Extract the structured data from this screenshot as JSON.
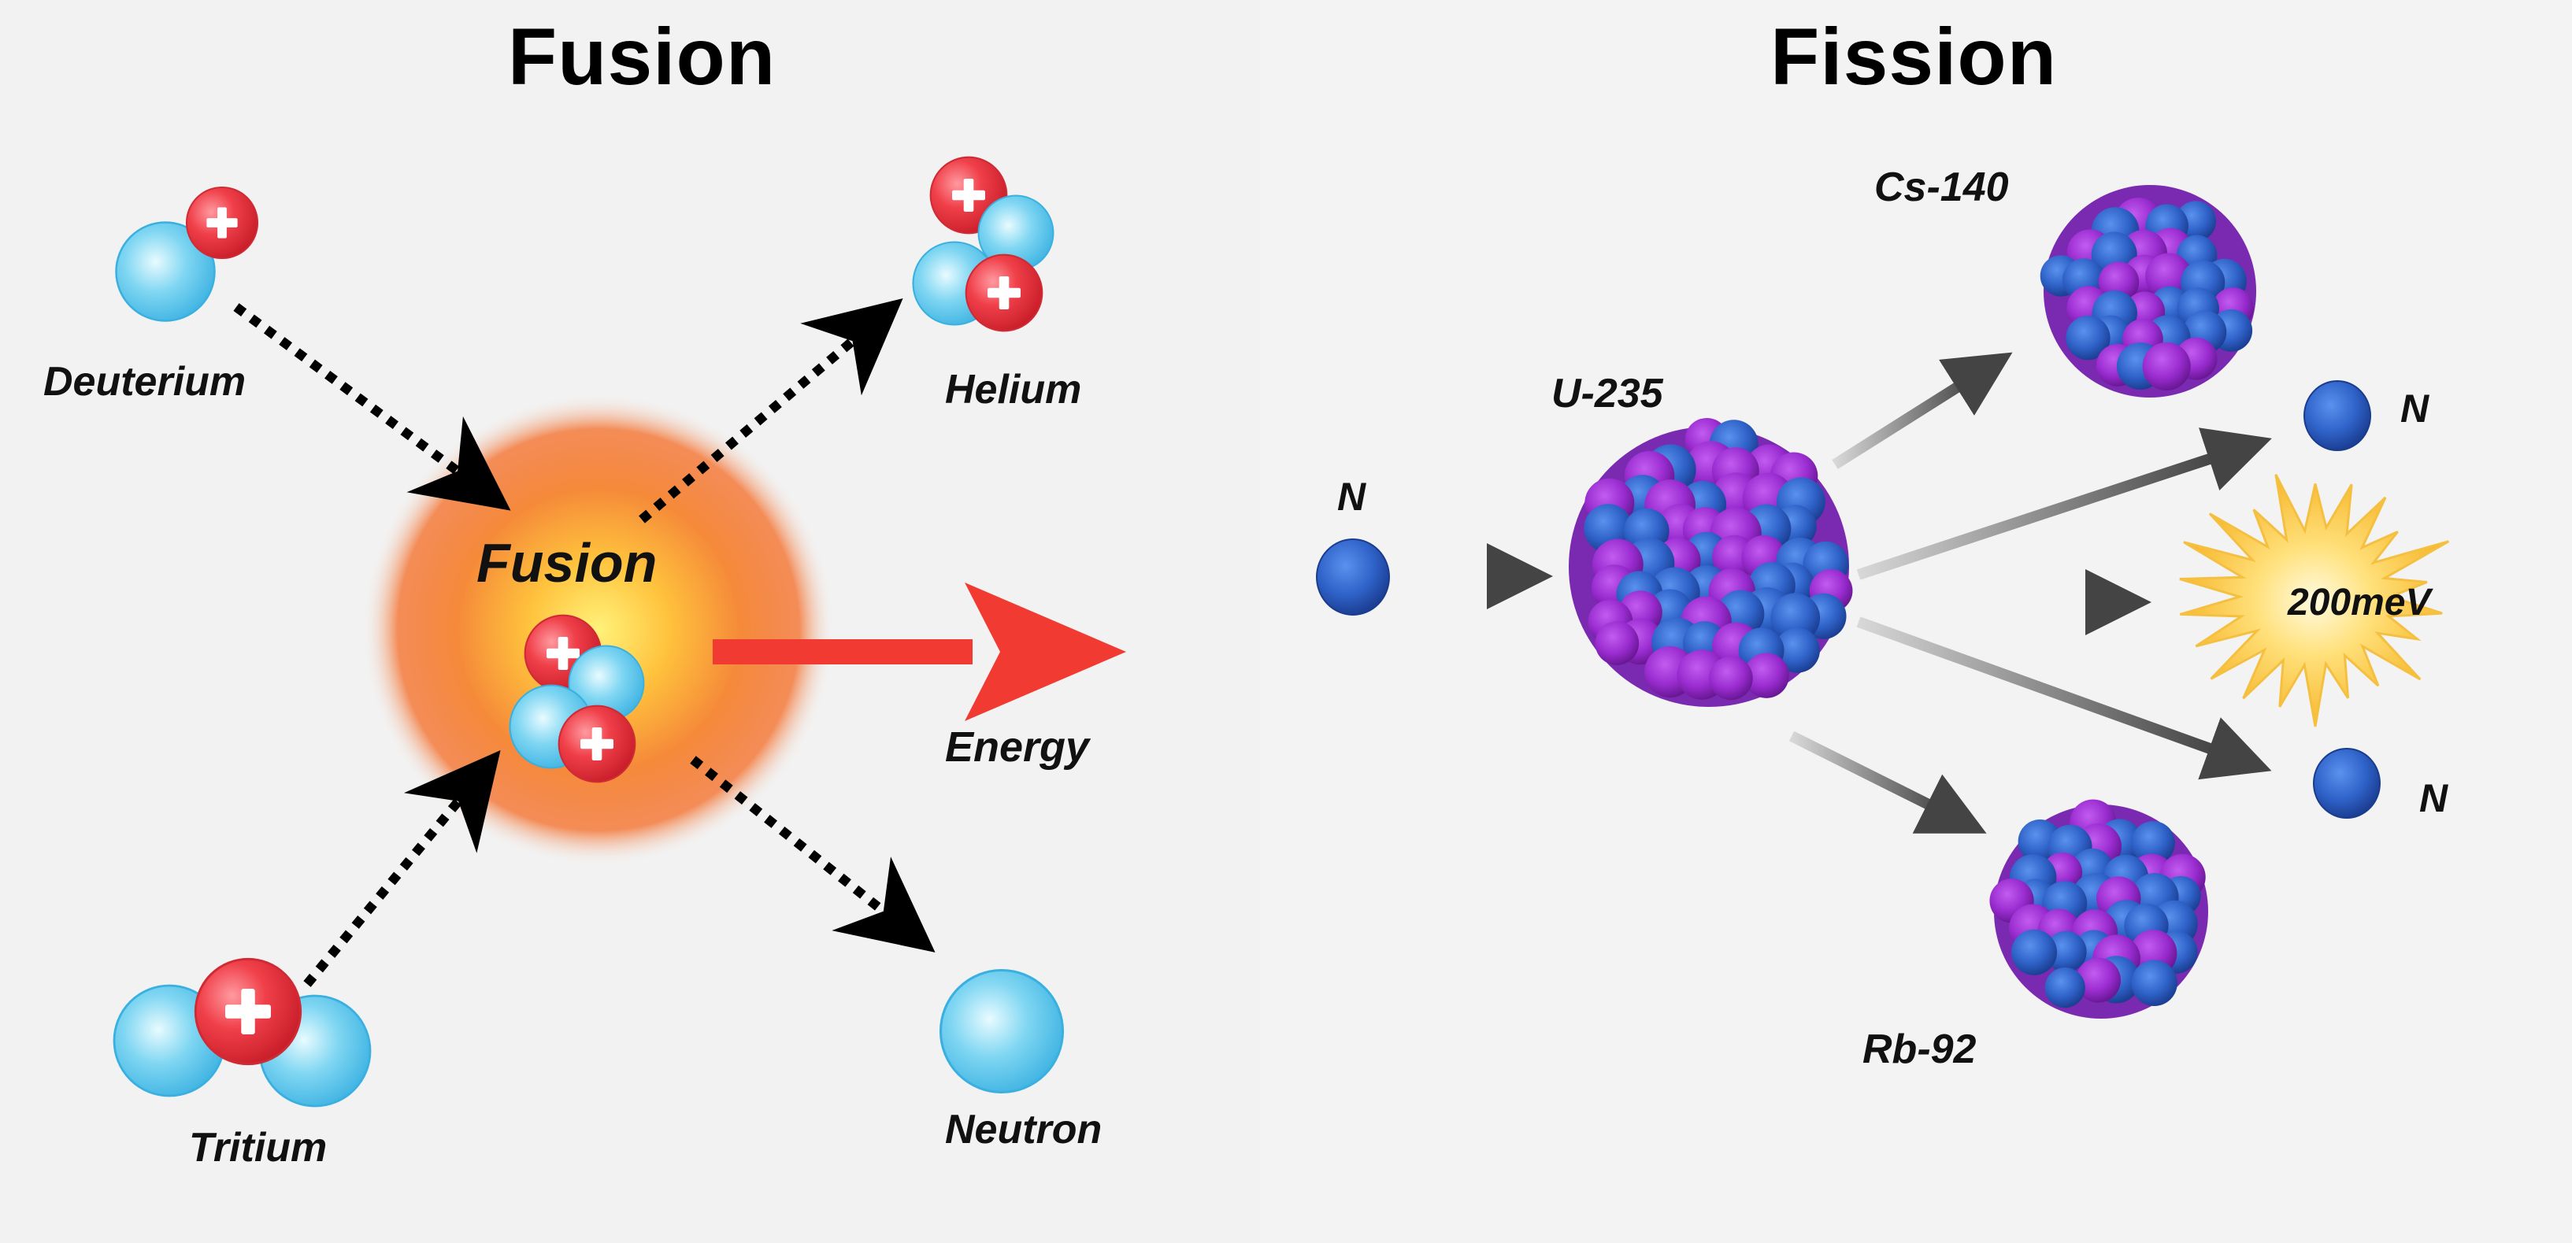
{
  "fusion": {
    "title": "Fusion",
    "labels": {
      "deuterium": "Deuterium",
      "helium": "Helium",
      "core": "Fusion",
      "energy": "Energy",
      "tritium": "Tritium",
      "neutron": "Neutron"
    },
    "colors": {
      "proton": "#e8323c",
      "neutron": "#4cc0e8",
      "core_glow": "#f07a30",
      "energy_arrow": "#f03a32",
      "dotted_arrow": "#000000"
    }
  },
  "fission": {
    "title": "Fission",
    "labels": {
      "incoming_neutron": "N",
      "uranium": "U-235",
      "cesium": "Cs-140",
      "rubidium": "Rb-92",
      "neutron_out_1": "N",
      "neutron_out_2": "N",
      "energy_release": "200meV"
    },
    "colors": {
      "nucleon_blue": "#2f5fc8",
      "nucleon_purple": "#9a2cd0",
      "neutron": "#1f4fb8",
      "burst": "#f7c232",
      "arrow": "#555555"
    }
  }
}
